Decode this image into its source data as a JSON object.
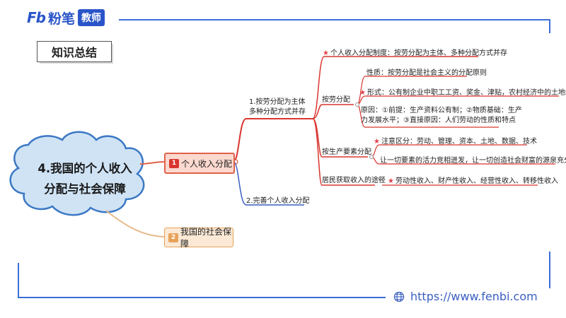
{
  "brand": {
    "logo_mark": "Fb",
    "name": "粉笔",
    "badge": "教师"
  },
  "section_title": "知识总结",
  "footer": {
    "url": "https://www.fenbi.com"
  },
  "colors": {
    "frame": "#3b6fd8",
    "primary_branch": "#d9362f",
    "secondary_branch": "#3a5fc0"
  },
  "mindmap": {
    "central": {
      "line1": "4.我国的个人收入",
      "line2": "分配与社会保障"
    },
    "node1": {
      "index": "1",
      "label": "个人收入分配"
    },
    "node2": {
      "index": "2",
      "label": "我国的社会保障"
    },
    "branch1": {
      "line1": "1.按劳分配为主体",
      "line2": "多种分配方式并存"
    },
    "branch2": {
      "label": "2.完善个人收入分配"
    },
    "system": "个人收入分配制度：按劳分配为主体、多种分配方式并存",
    "labor": {
      "label": "按劳分配",
      "nature": "性质：按劳分配是社会主义的分配原则",
      "form": "形式：公有制企业中职工工资、奖金、津贴，农村经济中的土地经营所得",
      "reason_line1": "原因：①前提：生产资料公有制；②物质基础：生产",
      "reason_line2": "力发展水平；③直接原因：人们劳动的性质和特点"
    },
    "factor": {
      "label": "按生产要素分配",
      "attention": "注意区分：劳动、管理、资本、土地、数据、技术",
      "aim": "让一切要素的活力竞相迸发，让一切创造社会财富的源泉充分涌流"
    },
    "channel": {
      "label": "居民获取收入的途径",
      "content": "劳动性收入、财产性收入、经营性收入、转移性收入"
    }
  }
}
